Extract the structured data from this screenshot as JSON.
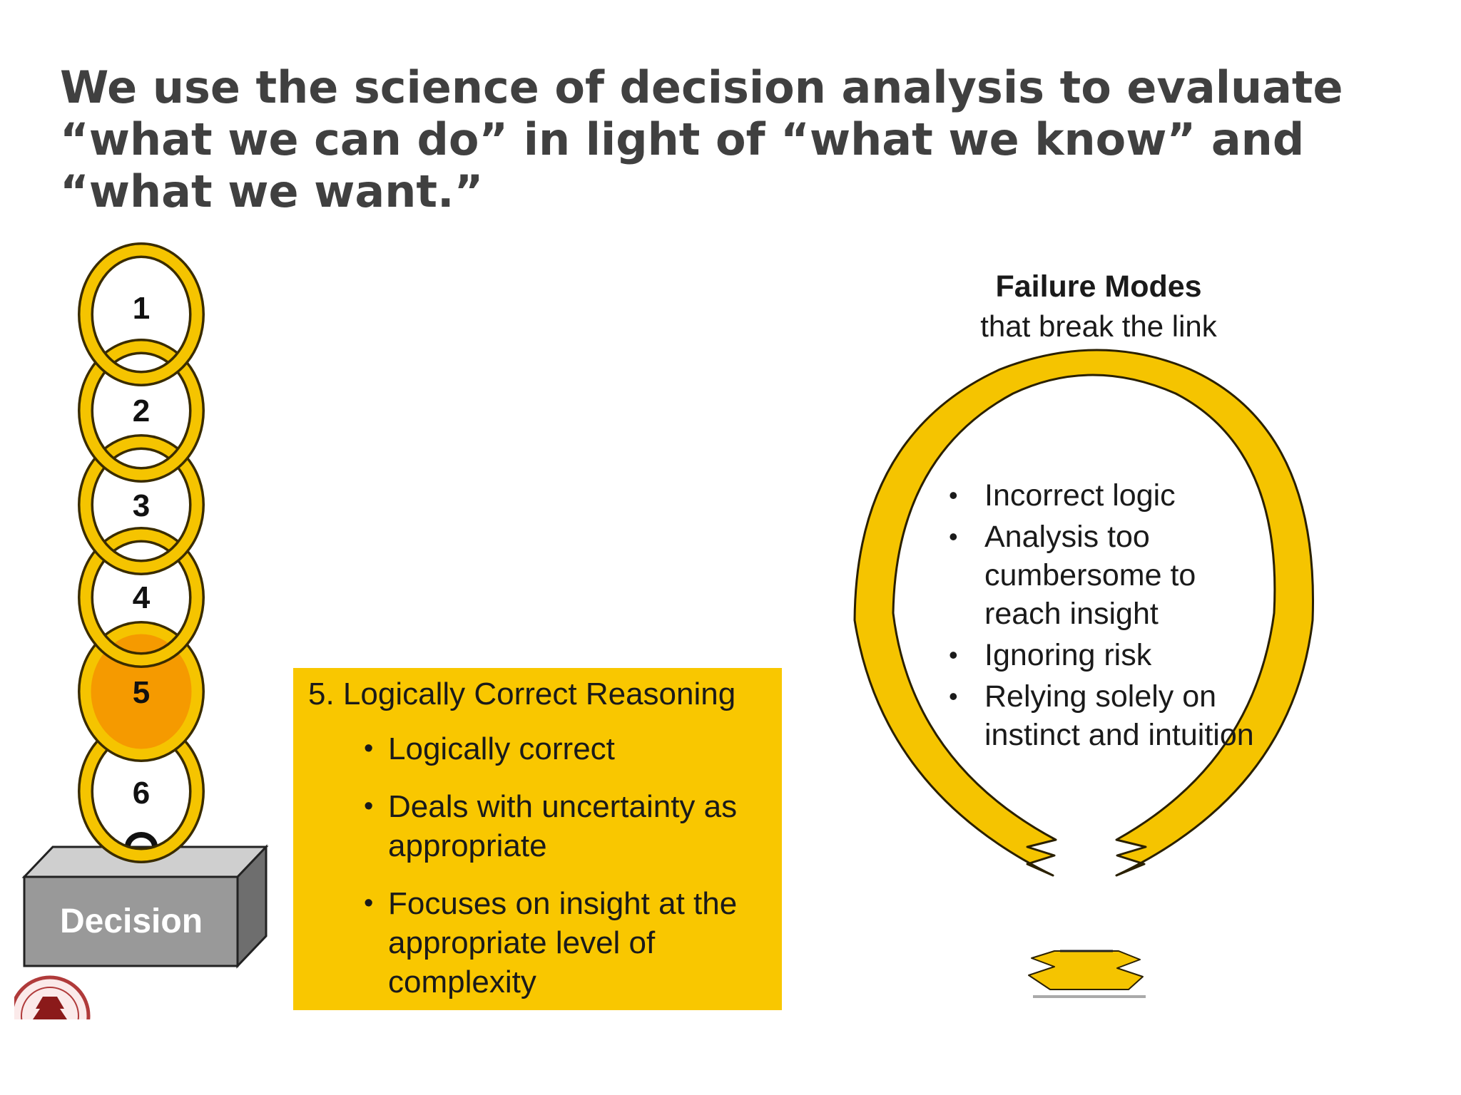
{
  "title": {
    "line1": "We use the science of decision analysis to evaluate",
    "line2": "“what we can do” in light of “what we know” and",
    "line3": "“what we want.”"
  },
  "chain": {
    "rings": [
      "1",
      "2",
      "3",
      "4",
      "5",
      "6"
    ],
    "highlighted_ring": "5",
    "ring_color": "#f5c400",
    "highlight_color": "#f59a00"
  },
  "decision_block": {
    "label": "Decision"
  },
  "detail_box": {
    "heading": "5. Logically Correct Reasoning",
    "bullets": [
      "Logically correct",
      "Deals with uncertainty as appropriate",
      "Focuses on insight at the appropriate level of complexity"
    ],
    "background": "#f9c700"
  },
  "failure_modes": {
    "title": "Failure Modes",
    "subtitle": "that break the link",
    "items": [
      "Incorrect logic",
      "Analysis too cumbersome to reach insight",
      "Ignoring risk",
      "Relying solely on instinct and intuition"
    ],
    "link_color": "#f5c400"
  },
  "icons": {
    "bullet": "•",
    "seal": "university-seal-icon"
  }
}
